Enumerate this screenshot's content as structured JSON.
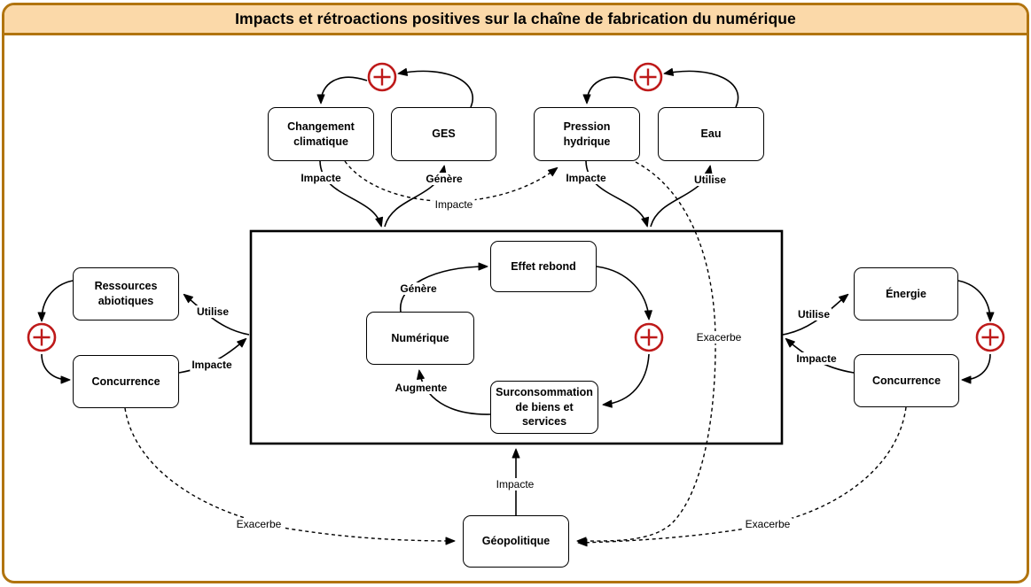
{
  "title": "Impacts et rétroactions positives sur la chaîne de fabrication du numérique",
  "colors": {
    "frame_border": "#B1740F",
    "title_background": "#FBD9A9",
    "plus_symbol_red": "#BE1A1A",
    "line_color": "#000000",
    "node_background": "#FFFFFF"
  },
  "icons": {
    "positive_feedback_icon": "plus-in-circle"
  },
  "nodes": {
    "changement_climatique": {
      "label": "Changement climatique"
    },
    "ges": {
      "label": "GES"
    },
    "pression_hydrique": {
      "label": "Pression hydrique"
    },
    "eau": {
      "label": "Eau"
    },
    "ressources_abiotiques": {
      "label": "Ressources abiotiques"
    },
    "concurrence_gauche": {
      "label": "Concurrence"
    },
    "energie": {
      "label": "Énergie"
    },
    "concurrence_droite": {
      "label": "Concurrence"
    },
    "effet_rebond": {
      "label": "Effet rebond"
    },
    "numerique": {
      "label": "Numérique"
    },
    "surconsommation": {
      "label": "Surconsommation de biens et services"
    },
    "geopolitique": {
      "label": "Géopolitique"
    }
  },
  "edge_labels": {
    "climat_impacte_chaine": "Impacte",
    "chaine_genere_ges": "Génère",
    "climat_impacte_pression_hydrique": "Impacte",
    "pression_hydrique_impacte_chaine": "Impacte",
    "chaine_utilise_eau": "Utilise",
    "chaine_utilise_ressources": "Utilise",
    "concurrence_gauche_impacte_chaine": "Impacte",
    "chaine_utilise_energie": "Utilise",
    "concurrence_droite_impacte_chaine": "Impacte",
    "numerique_genere_effet_rebond": "Génère",
    "surconsommation_augmente_numerique": "Augmente",
    "pression_hydrique_exacerbe_geopolitique": "Exacerbe",
    "concurrence_gauche_exacerbe_geopolitique": "Exacerbe",
    "concurrence_droite_exacerbe_geopolitique": "Exacerbe",
    "geopolitique_impacte_chaine": "Impacte"
  }
}
